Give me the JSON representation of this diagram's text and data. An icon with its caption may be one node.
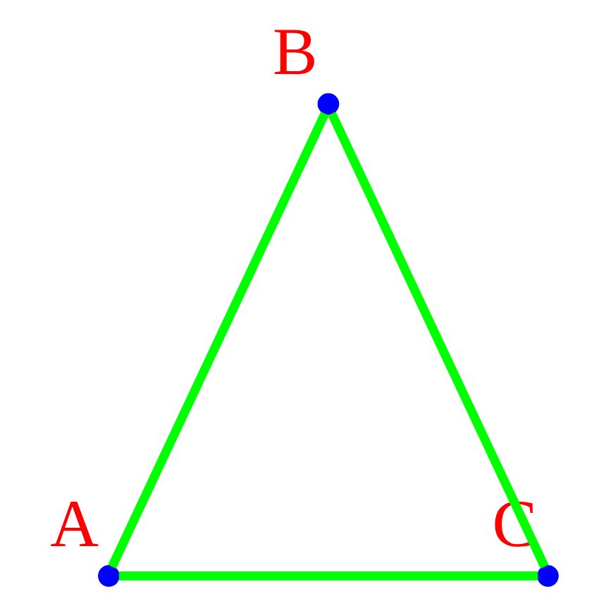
{
  "diagram": {
    "nodes": [
      {
        "text": [],
        "shape": "circle",
        "beside": [
          "B"
        ]
      },
      {
        "text": [],
        "shape": "circle",
        "beside": [
          "A"
        ]
      },
      {
        "text": [],
        "shape": "circle",
        "beside": [
          "C"
        ]
      }
    ],
    "edges": [
      {
        "from": 1,
        "to": 0,
        "arrow": "none"
      },
      {
        "from": 0,
        "to": 2,
        "arrow": "none"
      },
      {
        "from": 1,
        "to": 2,
        "arrow": "none"
      }
    ]
  }
}
